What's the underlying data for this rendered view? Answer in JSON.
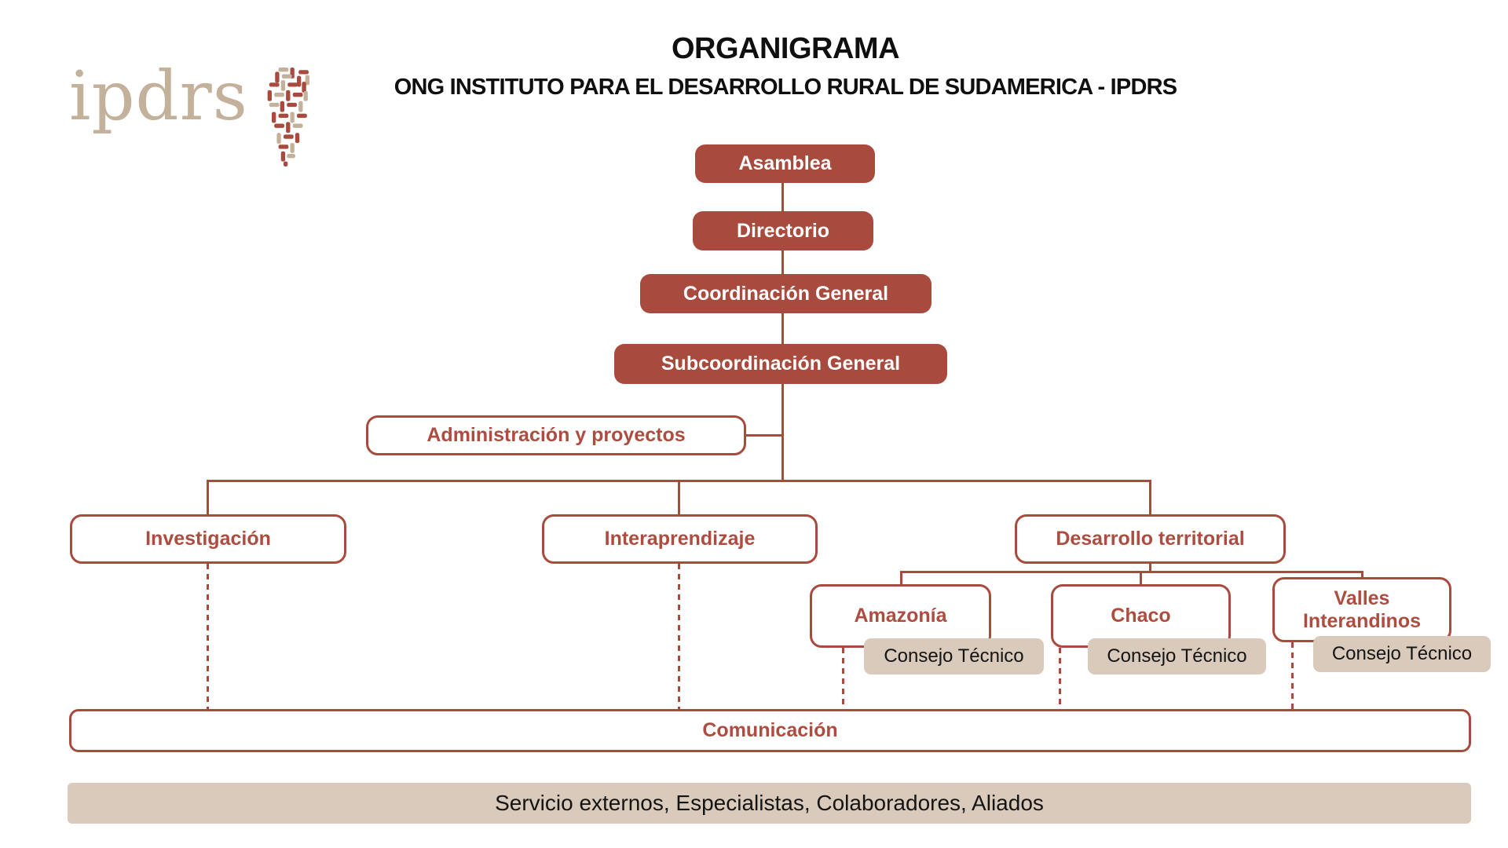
{
  "header": {
    "title": "ORGANIGRAMA",
    "subtitle": "ONG INSTITUTO PARA EL DESARROLLO RURAL DE SUDAMERICA - IPDRS"
  },
  "logo": {
    "wordmark": "ipdrs"
  },
  "org_chart": {
    "nodes": {
      "asamblea": "Asamblea",
      "directorio": "Directorio",
      "coordinacion_general": "Coordinación General",
      "subcoordinacion_general": "Subcoordinación General",
      "administracion_proyectos": "Administración y proyectos",
      "investigacion": "Investigación",
      "interaprendizaje": "Interaprendizaje",
      "desarrollo_territorial": "Desarrollo territorial",
      "amazonia": "Amazonía",
      "chaco": "Chaco",
      "valles_interandinos": "Valles Interandinos",
      "consejo_tecnico_amazonia": "Consejo Técnico",
      "consejo_tecnico_chaco": "Consejo Técnico",
      "consejo_tecnico_valles": "Consejo Técnico",
      "comunicacion": "Comunicación",
      "servicios_externos": "Servicio externos, Especialistas, Colaboradores, Aliados"
    },
    "colors": {
      "brick_red": "#a84a3d",
      "tan": "#d9cabb",
      "logo_tan": "#c4b19b",
      "red_text": "#ad4c3f",
      "black_text": "#0f0f0f"
    }
  }
}
